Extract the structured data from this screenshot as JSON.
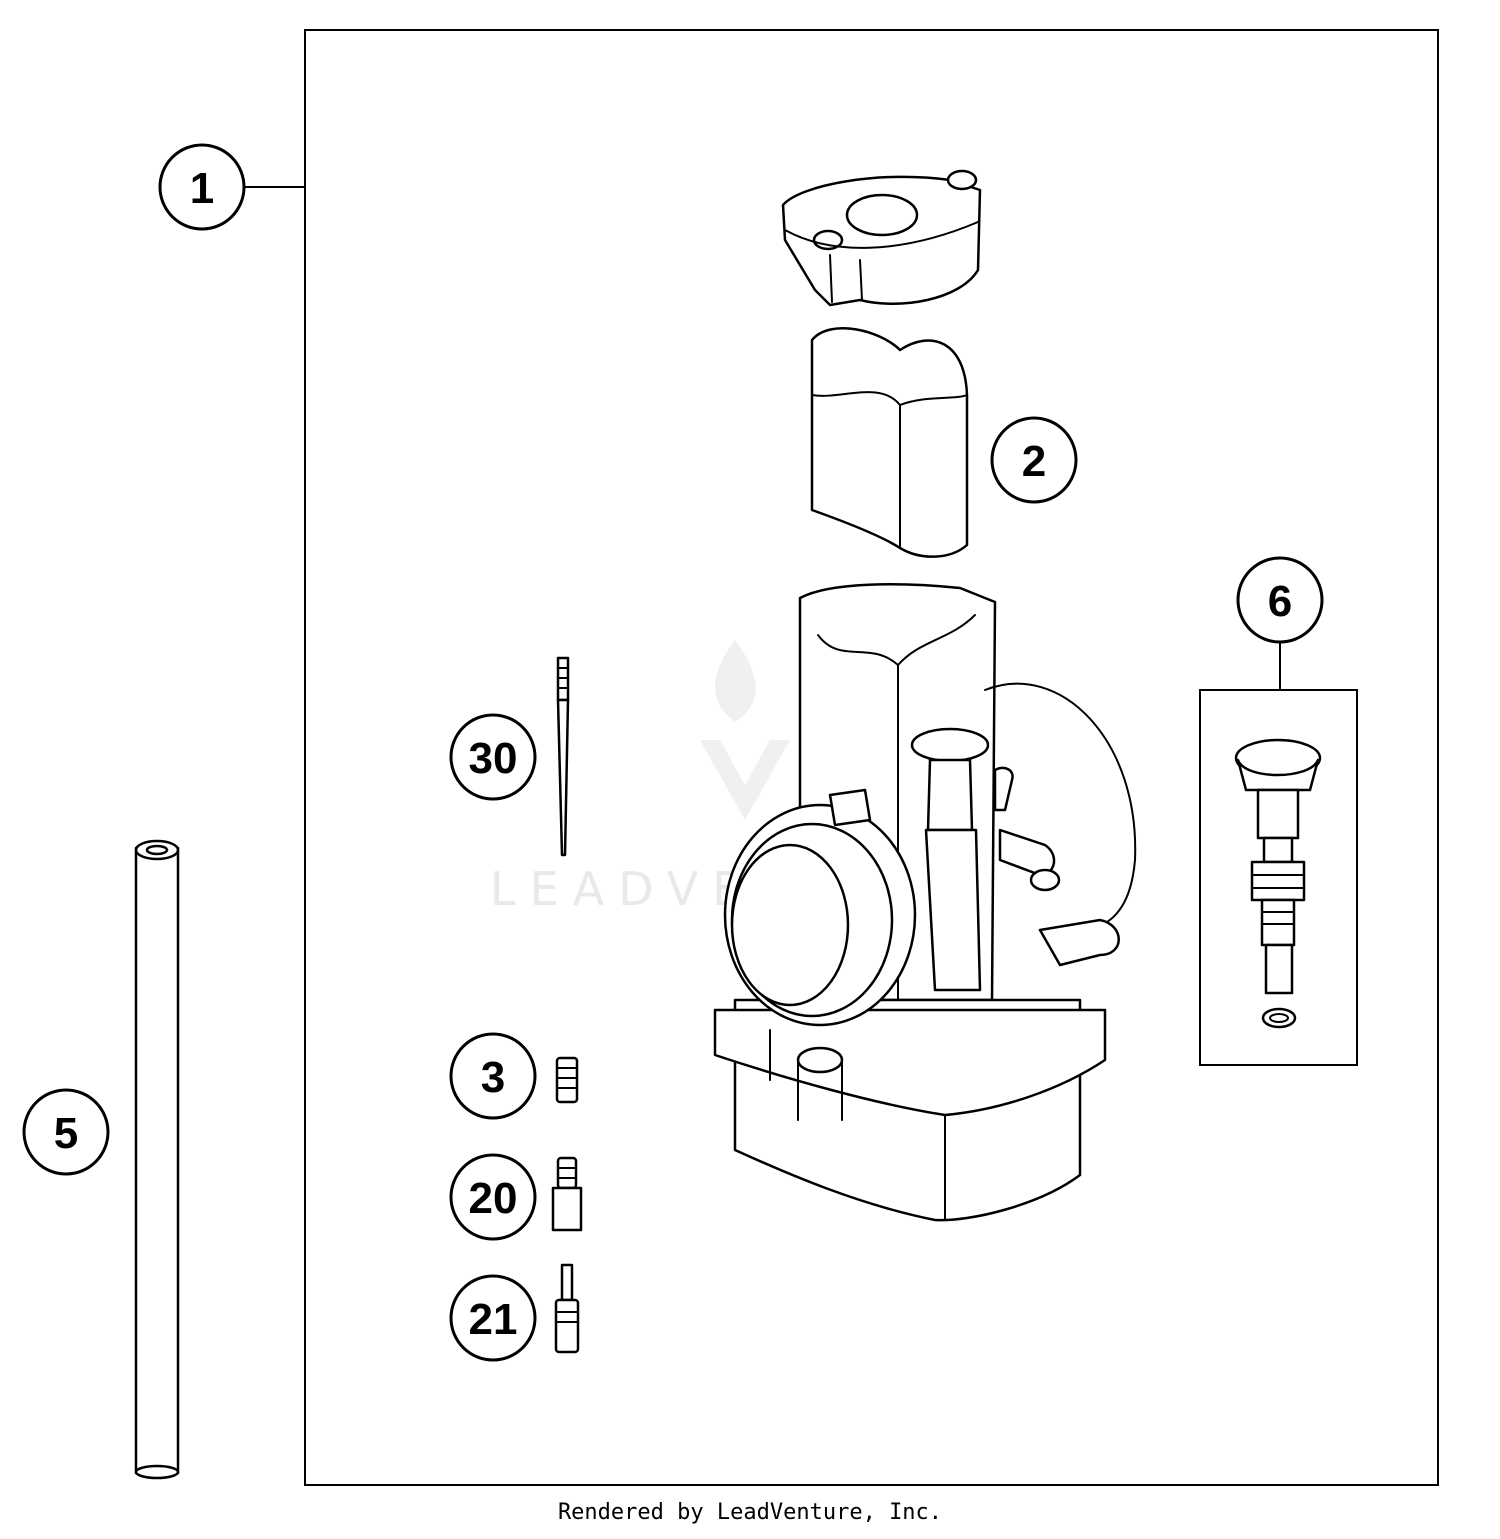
{
  "callouts": [
    {
      "id": "1",
      "label": "1"
    },
    {
      "id": "2",
      "label": "2"
    },
    {
      "id": "3",
      "label": "3"
    },
    {
      "id": "5",
      "label": "5"
    },
    {
      "id": "6",
      "label": "6"
    },
    {
      "id": "20",
      "label": "20"
    },
    {
      "id": "21",
      "label": "21"
    },
    {
      "id": "30",
      "label": "30"
    }
  ],
  "watermark": "LEADVENTURE",
  "footer": "Rendered by LeadVenture, Inc."
}
